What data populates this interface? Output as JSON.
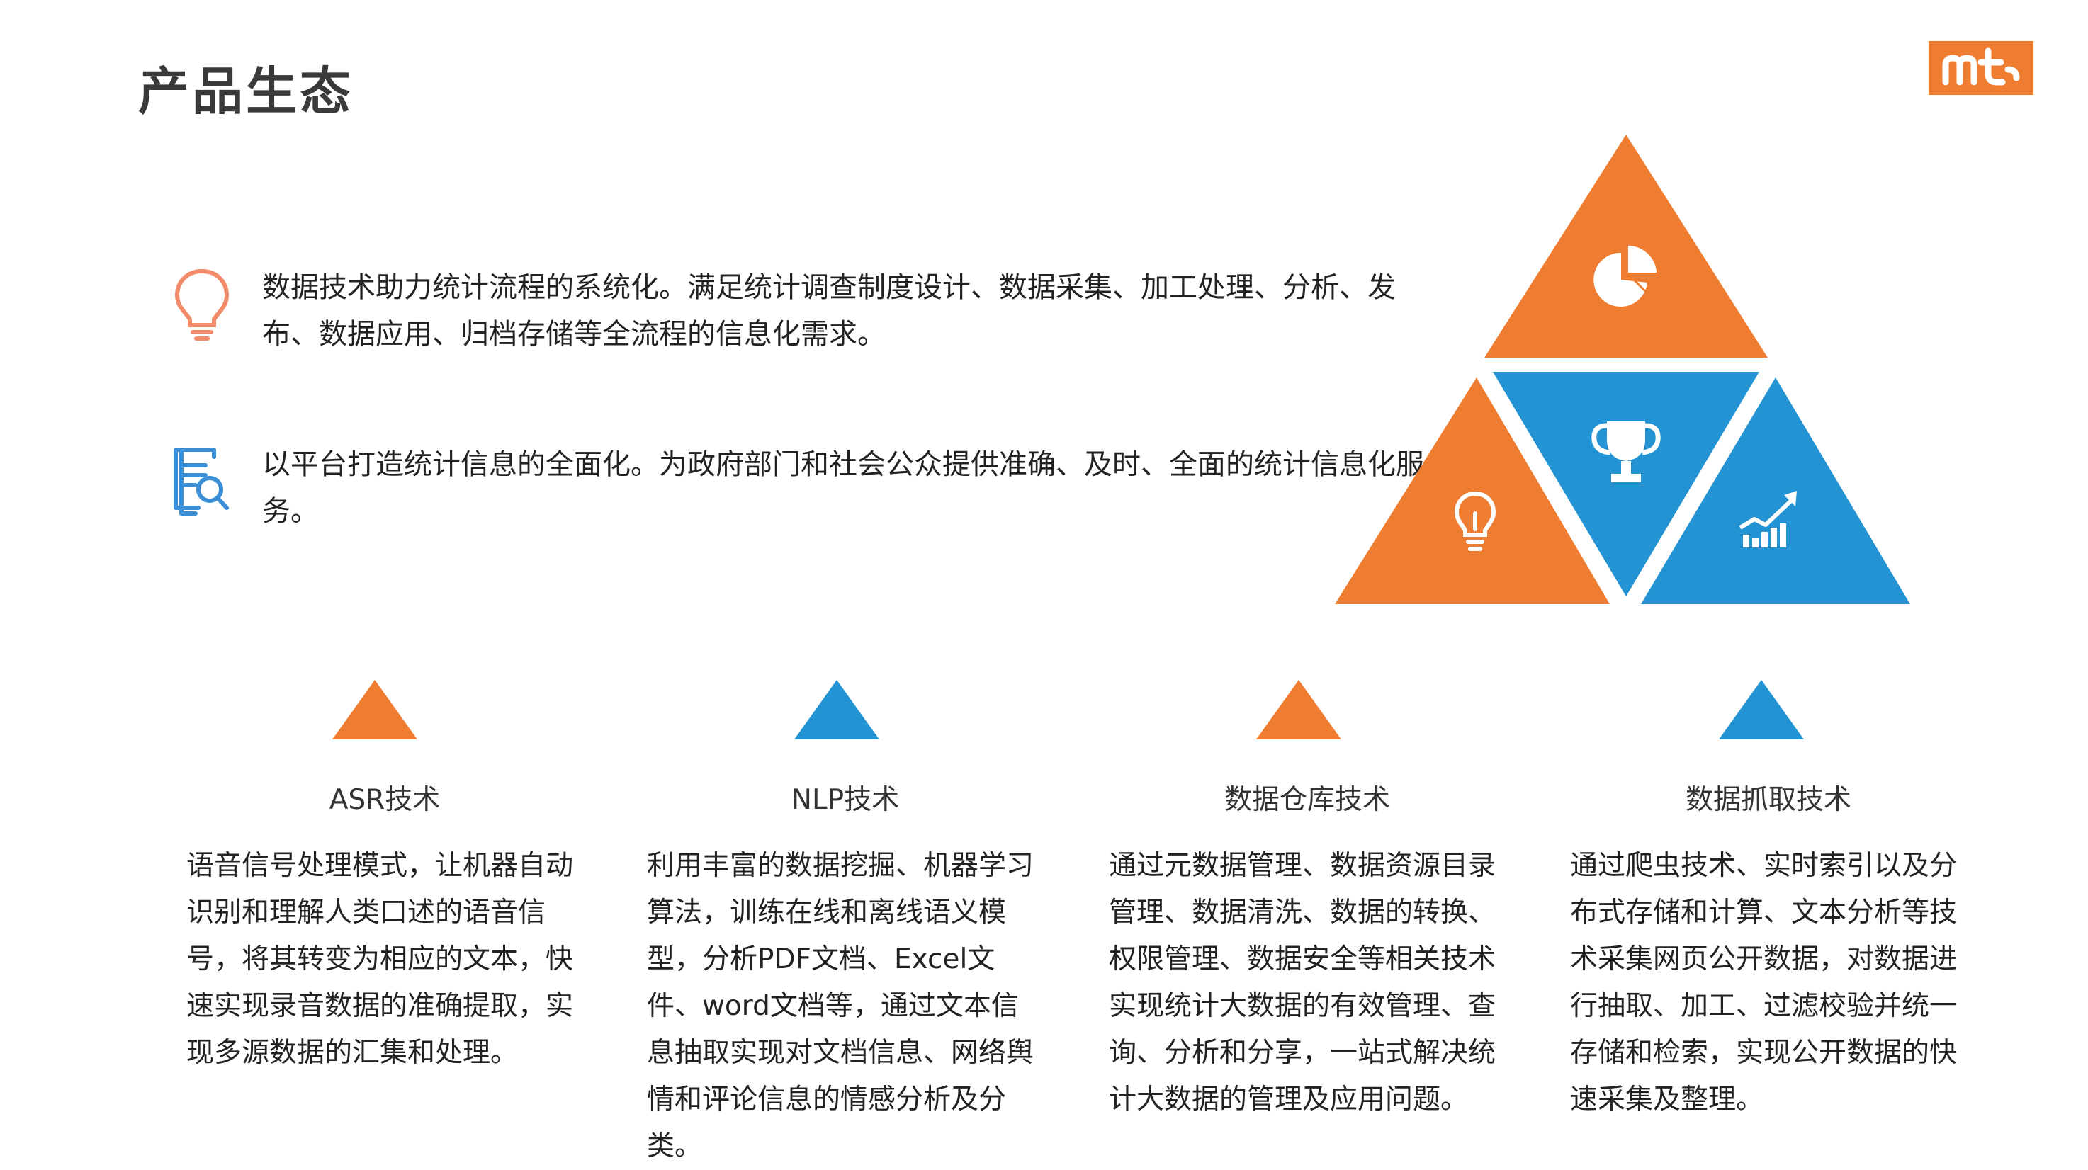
{
  "page": {
    "title": "产品生态"
  },
  "logo": {
    "text": "mt",
    "color": "#ee7d31"
  },
  "colors": {
    "orange": "#ee7d31",
    "blue": "#2393d3",
    "icon_orange": "#f28b6a",
    "icon_blue": "#3a8fd6"
  },
  "intro": [
    {
      "icon": "lightbulb-icon",
      "text": "数据技术助力统计流程的系统化。满足统计调查制度设计、数据采集、加工处理、分析、发布、数据应用、归档存储等全流程的信息化需求。"
    },
    {
      "icon": "document-search-icon",
      "text": "以平台打造统计信息的全面化。为政府部门和社会公众提供准确、及时、全面的统计信息化服务。"
    }
  ],
  "pyramid": {
    "segments": [
      {
        "icon": "pie-chart-icon",
        "color": "orange"
      },
      {
        "icon": "trophy-icon",
        "color": "blue"
      },
      {
        "icon": "lightbulb-icon",
        "color": "orange"
      },
      {
        "icon": "growth-chart-icon",
        "color": "blue"
      }
    ]
  },
  "features": [
    {
      "title": "ASR技术",
      "color": "orange",
      "text": "语音信号处理模式，让机器自动识别和理解人类口述的语音信号，将其转变为相应的文本，快速实现录音数据的准确提取，实现多源数据的汇集和处理。"
    },
    {
      "title": "NLP技术",
      "color": "blue",
      "text": "利用丰富的数据挖掘、机器学习算法，训练在线和离线语义模型，分析PDF文档、Excel文件、word文档等，通过文本信息抽取实现对文档信息、网络舆情和评论信息的情感分析及分类。"
    },
    {
      "title": "数据仓库技术",
      "color": "orange",
      "text": "通过元数据管理、数据资源目录管理、数据清洗、数据的转换、权限管理、数据安全等相关技术实现统计大数据的有效管理、查询、分析和分享，一站式解决统计大数据的管理及应用问题。"
    },
    {
      "title": "数据抓取技术",
      "color": "blue",
      "text": "通过爬虫技术、实时索引以及分布式存储和计算、文本分析等技术采集网页公开数据，对数据进行抽取、加工、过滤校验并统一存储和检索，实现公开数据的快速采集及整理。"
    }
  ]
}
